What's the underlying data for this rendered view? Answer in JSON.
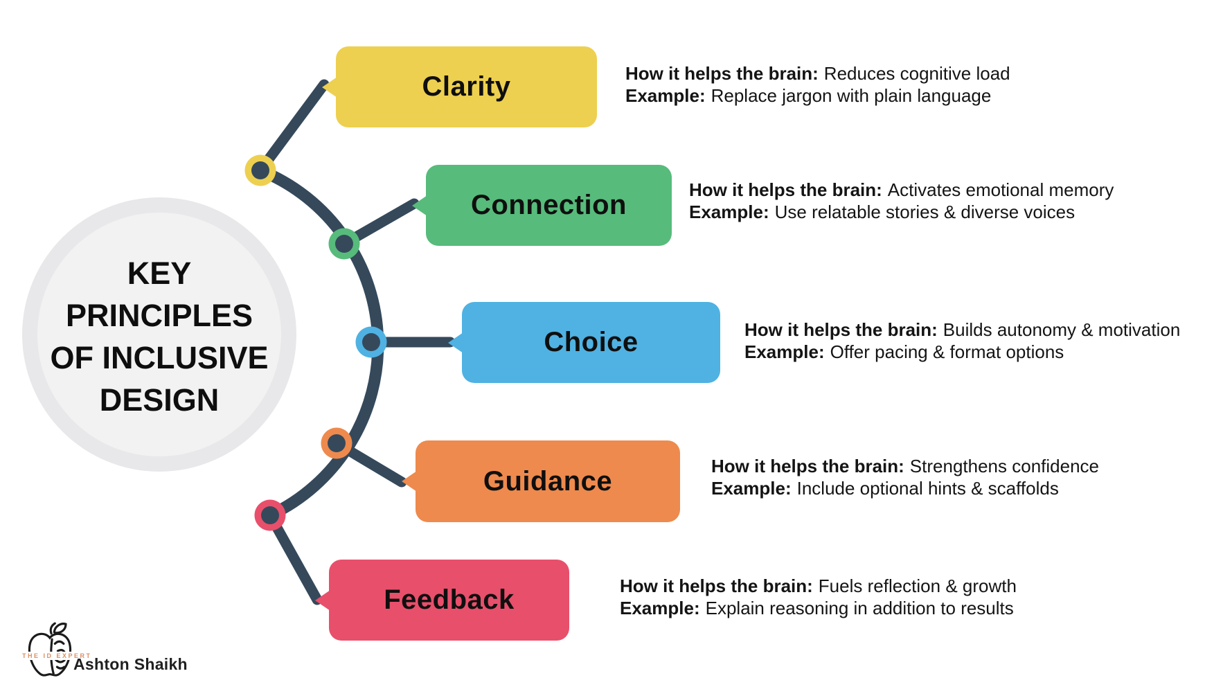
{
  "center": {
    "lines": [
      "KEY",
      "PRINCIPLES",
      "OF INCLUSIVE",
      "DESIGN"
    ]
  },
  "labels": {
    "brain": "How it helps the brain:",
    "example": "Example:"
  },
  "principles": [
    {
      "label": "Clarity",
      "color": "#EDD04F",
      "brain": "Reduces cognitive load",
      "example": "Replace jargon with plain language"
    },
    {
      "label": "Connection",
      "color": "#57BB7B",
      "brain": "Activates emotional memory",
      "example": "Use relatable stories & diverse voices"
    },
    {
      "label": "Choice",
      "color": "#4FB2E2",
      "brain": "Builds autonomy & motivation",
      "example": "Offer pacing & format options"
    },
    {
      "label": "Guidance",
      "color": "#EE8A4D",
      "brain": "Strengthens confidence",
      "example": "Include optional hints & scaffolds"
    },
    {
      "label": "Feedback",
      "color": "#E84F6B",
      "brain": "Fuels reflection & growth",
      "example": "Explain reasoning in addition to results"
    }
  ],
  "colors": {
    "line": "#35495B",
    "circle_outer": "#E8E8EA",
    "circle_inner": "#F2F2F3"
  },
  "footer": {
    "author": "Ashton Shaikh",
    "logo_text": "THE ID EXPERT"
  }
}
